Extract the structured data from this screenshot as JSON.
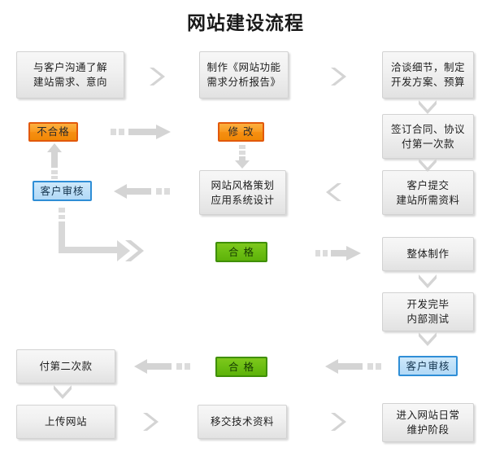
{
  "title": "网站建设流程",
  "nodes": [
    {
      "key": "n1",
      "lines": [
        "与客户沟通了解",
        "建站需求、意向"
      ]
    },
    {
      "key": "n2",
      "lines": [
        "制作《网站功能",
        "需求分析报告》"
      ]
    },
    {
      "key": "n3",
      "lines": [
        "洽谈细节，制定",
        "开发方案、预算"
      ]
    },
    {
      "key": "n4",
      "lines": [
        "签订合同、协议",
        "付第一次款"
      ]
    },
    {
      "key": "n5",
      "lines": [
        "客户提交",
        "建站所需资料"
      ]
    },
    {
      "key": "n6",
      "lines": [
        "网站风格策划",
        "应用系统设计"
      ]
    },
    {
      "key": "n7",
      "lines": [
        "整体制作"
      ]
    },
    {
      "key": "n8",
      "lines": [
        "开发完毕",
        "内部测试"
      ]
    },
    {
      "key": "n9",
      "lines": [
        "付第二次款"
      ]
    },
    {
      "key": "n10",
      "lines": [
        "上传网站"
      ]
    },
    {
      "key": "n11",
      "lines": [
        "移交技术资料"
      ]
    },
    {
      "key": "n12",
      "lines": [
        "进入网站日常",
        "维护阶段"
      ]
    }
  ],
  "badges": [
    {
      "key": "b_fail",
      "label": "不合格",
      "color": "#f68f12"
    },
    {
      "key": "b_review1",
      "label": "客户审核",
      "color": "#b2d9f6"
    },
    {
      "key": "b_modify",
      "label": "修  改",
      "color": "#f68f12"
    },
    {
      "key": "b_pass1",
      "label": "合  格",
      "color": "#6cbe13"
    },
    {
      "key": "b_pass2",
      "label": "合  格",
      "color": "#6cbe13"
    },
    {
      "key": "b_review2",
      "label": "客户审核",
      "color": "#b2d9f6"
    }
  ],
  "connectors": [
    {
      "key": "c1",
      "type": "chevron-right",
      "from": "n1",
      "to": "n2"
    },
    {
      "key": "c2",
      "type": "chevron-right",
      "from": "n2",
      "to": "n3"
    },
    {
      "key": "c3",
      "type": "chevron-down",
      "from": "n3",
      "to": "n4"
    },
    {
      "key": "c4",
      "type": "chevron-down",
      "from": "n4",
      "to": "n5"
    },
    {
      "key": "c5",
      "type": "chevron-left",
      "from": "n5",
      "to": "n6"
    },
    {
      "key": "c6",
      "type": "arrow-down-dashed",
      "from": "b_modify",
      "to": "n6"
    },
    {
      "key": "c7",
      "type": "arrow-left-dashed",
      "from": "n6",
      "to": "b_review1"
    },
    {
      "key": "c8",
      "type": "arrow-up-dashed",
      "from": "b_review1",
      "to": "b_fail"
    },
    {
      "key": "c9",
      "type": "arrow-right-dashed",
      "from": "b_fail",
      "to": "b_modify"
    },
    {
      "key": "c10",
      "type": "elbow-down-right",
      "from": "b_review1",
      "to": "b_pass1"
    },
    {
      "key": "c11",
      "type": "arrow-right-dashed",
      "from": "b_pass1",
      "to": "n7"
    },
    {
      "key": "c12",
      "type": "chevron-down",
      "from": "n7",
      "to": "n8"
    },
    {
      "key": "c13",
      "type": "chevron-down",
      "from": "n8",
      "to": "b_review2"
    },
    {
      "key": "c14",
      "type": "arrow-left-dashed",
      "from": "b_review2",
      "to": "b_pass2"
    },
    {
      "key": "c15",
      "type": "arrow-left-dashed",
      "from": "b_pass2",
      "to": "n9"
    },
    {
      "key": "c16",
      "type": "chevron-down",
      "from": "n9",
      "to": "n10"
    },
    {
      "key": "c17",
      "type": "chevron-right",
      "from": "n10",
      "to": "n11"
    },
    {
      "key": "c18",
      "type": "chevron-right",
      "from": "n11",
      "to": "n12"
    }
  ],
  "colors": {
    "connector": "#d6d6d6",
    "box_border": "#d2d2d2",
    "text": "#1c1c1c"
  }
}
